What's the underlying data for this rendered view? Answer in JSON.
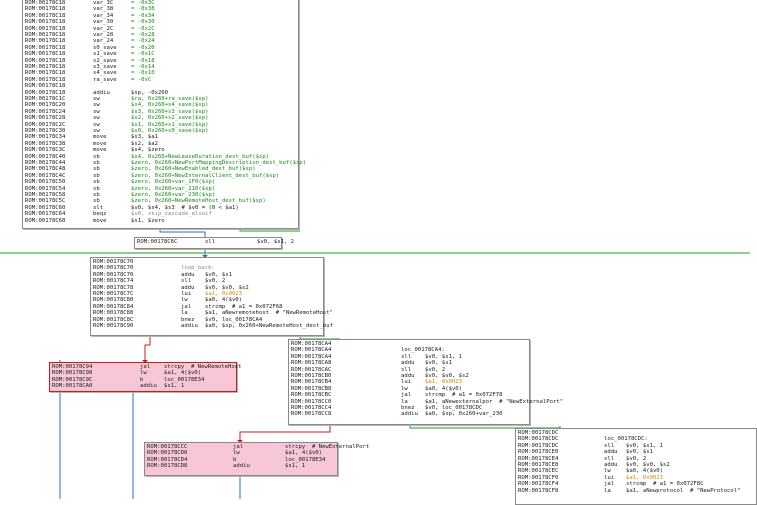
{
  "blocks": [
    {
      "id": "b1",
      "selected": false,
      "pink": false,
      "lines": [
        {
          "addr": "ROM:00178C18",
          "a": "var_3C",
          "b": "= -0x3C",
          "c": "",
          "bc": "grn"
        },
        {
          "addr": "ROM:00178C18",
          "a": "var_38",
          "b": "= -0x38",
          "c": "",
          "bc": "grn"
        },
        {
          "addr": "ROM:00178C18",
          "a": "var_34",
          "b": "= -0x34",
          "c": "",
          "bc": "grn"
        },
        {
          "addr": "ROM:00178C18",
          "a": "var_30",
          "b": "= -0x30",
          "c": "",
          "bc": "grn"
        },
        {
          "addr": "ROM:00178C18",
          "a": "var_2C",
          "b": "= -0x2C",
          "c": "",
          "bc": "grn"
        },
        {
          "addr": "ROM:00178C18",
          "a": "var_28",
          "b": "= -0x28",
          "c": "",
          "bc": "grn"
        },
        {
          "addr": "ROM:00178C18",
          "a": "var_24",
          "b": "= -0x24",
          "c": "",
          "bc": "grn"
        },
        {
          "addr": "ROM:00178C18",
          "a": "s0_save",
          "b": "= -0x20",
          "c": "",
          "bc": "grn"
        },
        {
          "addr": "ROM:00178C18",
          "a": "s1_save",
          "b": "= -0x1C",
          "c": "",
          "bc": "grn"
        },
        {
          "addr": "ROM:00178C18",
          "a": "s2_save",
          "b": "= -0x18",
          "c": "",
          "bc": "grn"
        },
        {
          "addr": "ROM:00178C18",
          "a": "s3_save",
          "b": "= -0x14",
          "c": "",
          "bc": "grn"
        },
        {
          "addr": "ROM:00178C18",
          "a": "s4_save",
          "b": "= -0x10",
          "c": "",
          "bc": "grn"
        },
        {
          "addr": "ROM:00178C18",
          "a": "ra_save",
          "b": "= -0xC",
          "c": "",
          "bc": "grn"
        },
        {
          "addr": "ROM:00178C18",
          "a": "",
          "b": "",
          "c": ""
        },
        {
          "addr": "ROM:00178C18",
          "a": "addiu",
          "b": "$sp, -0x260",
          "c": ""
        },
        {
          "addr": "ROM:00178C1C",
          "a": "sw",
          "b": "$ra, 0x260+ra_save($sp)",
          "c": "",
          "bc": "grn"
        },
        {
          "addr": "ROM:00178C20",
          "a": "sw",
          "b": "$s4, 0x260+s4_save($sp)",
          "c": "",
          "bc": "grn"
        },
        {
          "addr": "ROM:00178C24",
          "a": "sw",
          "b": "$s3, 0x260+s3_save($sp)",
          "c": "",
          "bc": "grn"
        },
        {
          "addr": "ROM:00178C28",
          "a": "sw",
          "b": "$s2, 0x260+s2_save($sp)",
          "c": "",
          "bc": "grn"
        },
        {
          "addr": "ROM:00178C2C",
          "a": "sw",
          "b": "$s1, 0x260+s1_save($sp)",
          "c": "",
          "bc": "grn"
        },
        {
          "addr": "ROM:00178C30",
          "a": "sw",
          "b": "$s0, 0x260+s0_save($sp)",
          "c": "",
          "bc": "grn"
        },
        {
          "addr": "ROM:00178C34",
          "a": "move",
          "b": "$s3, $a1",
          "c": ""
        },
        {
          "addr": "ROM:00178C38",
          "a": "move",
          "b": "$s2, $a2",
          "c": ""
        },
        {
          "addr": "ROM:00178C3C",
          "a": "move",
          "b": "$s4, $zero",
          "c": ""
        },
        {
          "addr": "ROM:00178C40",
          "a": "sb",
          "b": "$s4, 0x260+NewLeaseDuration_dest_buf($sp)",
          "c": "",
          "bc": "grn"
        },
        {
          "addr": "ROM:00178C44",
          "a": "sb",
          "b": "$zero, 0x260+NewPortMappingDescription_dest_buf($sp)",
          "c": "",
          "bc": "grn"
        },
        {
          "addr": "ROM:00178C48",
          "a": "sb",
          "b": "$zero, 0x260+NewEnabled_dest_buf($sp)",
          "c": "",
          "bc": "grn"
        },
        {
          "addr": "ROM:00178C4C",
          "a": "sb",
          "b": "$zero, 0x260+NewInternalClient_dest_buf($sp)",
          "c": "",
          "bc": "grn"
        },
        {
          "addr": "ROM:00178C50",
          "a": "sb",
          "b": "$zero, 0x260+var_1F0($sp)",
          "c": "",
          "bc": "grn"
        },
        {
          "addr": "ROM:00178C54",
          "a": "sb",
          "b": "$zero, 0x260+var_210($sp)",
          "c": "",
          "bc": "grn"
        },
        {
          "addr": "ROM:00178C58",
          "a": "sb",
          "b": "$zero, 0x260+var_230($sp)",
          "c": "",
          "bc": "grn"
        },
        {
          "addr": "ROM:00178C5C",
          "a": "sb",
          "b": "$zero, 0x260+NewRemoteHost_dest_buf($sp)",
          "c": "",
          "bc": "grn"
        },
        {
          "addr": "ROM:00178C60",
          "a": "slt",
          "b": "$v0, $s4, $s3  # $v0 = (0 < $a1)",
          "c": ""
        },
        {
          "addr": "ROM:00178C64",
          "a": "beqz",
          "b": "$v0, skip_cascade_elseif",
          "c": "",
          "bc": "gry"
        },
        {
          "addr": "ROM:00178C68",
          "a": "move",
          "b": "$s1, $zero",
          "c": ""
        }
      ]
    },
    {
      "id": "b2",
      "selected": false,
      "pink": false,
      "lines": [
        {
          "addr": "ROM:00178C6C",
          "a": "sll",
          "b": "$v0, $s1, 2",
          "c": ""
        }
      ]
    },
    {
      "id": "b3",
      "selected": false,
      "pink": false,
      "lines": [
        {
          "addr": "ROM:00178C70",
          "a": "",
          "b": "",
          "c": ""
        },
        {
          "addr": "ROM:00178C70",
          "a": "loop_back:",
          "b": "",
          "c": "",
          "ac": "gry"
        },
        {
          "addr": "ROM:00178C70",
          "a": "addu",
          "b": "$v0, $s1",
          "c": ""
        },
        {
          "addr": "ROM:00178C74",
          "a": "sll",
          "b": "$v0, 2",
          "c": ""
        },
        {
          "addr": "ROM:00178C78",
          "a": "addu",
          "b": "$v0, $v0, $s2",
          "c": ""
        },
        {
          "addr": "ROM:00178C7C",
          "a": "lui",
          "b": "$a1, 0x0023",
          "c": "",
          "bc": "orange"
        },
        {
          "addr": "ROM:00178C80",
          "a": "lw",
          "b": "$a0, 4($v0)",
          "c": ""
        },
        {
          "addr": "ROM:00178C84",
          "a": "jal",
          "b": "strcmp  # a1 = 0x072F68",
          "c": ""
        },
        {
          "addr": "ROM:00178C88",
          "a": "la",
          "b": "$a1, aNewremotehost  # \"NewRemoteHost\"",
          "c": ""
        },
        {
          "addr": "ROM:00178C8C",
          "a": "bnez",
          "b": "$v0, loc_00178CA4",
          "c": ""
        },
        {
          "addr": "ROM:00178C90",
          "a": "addiu",
          "b": "$a0, $sp, 0x260+NewRemoteHost_dest_buf",
          "c": ""
        }
      ]
    },
    {
      "id": "b4",
      "selected": true,
      "pink": true,
      "lines": [
        {
          "addr": "ROM:00178C94",
          "a": "jal",
          "b": "strcpy  # NewRemoteHost",
          "c": ""
        },
        {
          "addr": "ROM:00178C98",
          "a": "lw",
          "b": "$a1, 4($v0)",
          "c": ""
        },
        {
          "addr": "ROM:00178C9C",
          "a": "b",
          "b": "loc_00178E34",
          "c": ""
        },
        {
          "addr": "ROM:00178CA0",
          "a": "addiu",
          "b": "$s1, 1",
          "c": ""
        }
      ]
    },
    {
      "id": "b5",
      "selected": false,
      "pink": false,
      "lines": [
        {
          "addr": "ROM:00178CA4",
          "a": "",
          "b": "",
          "c": ""
        },
        {
          "addr": "ROM:00178CA4",
          "a": "loc_00178CA4:",
          "b": "",
          "c": ""
        },
        {
          "addr": "ROM:00178CA4",
          "a": "sll",
          "b": "$v0, $s1, 1",
          "c": ""
        },
        {
          "addr": "ROM:00178CA8",
          "a": "addu",
          "b": "$v0, $s1",
          "c": ""
        },
        {
          "addr": "ROM:00178CAC",
          "a": "sll",
          "b": "$v0, 2",
          "c": ""
        },
        {
          "addr": "ROM:00178CB0",
          "a": "addu",
          "b": "$v0, $v0, $s2",
          "c": ""
        },
        {
          "addr": "ROM:00178CB4",
          "a": "lui",
          "b": "$a1, 0x0023",
          "c": "",
          "bc": "orange"
        },
        {
          "addr": "ROM:00178CB8",
          "a": "lw",
          "b": "$a0, 4($v0)",
          "c": ""
        },
        {
          "addr": "ROM:00178CBC",
          "a": "jal",
          "b": "strcmp  # a1 = 0x072F78",
          "c": ""
        },
        {
          "addr": "ROM:00178CC0",
          "a": "la",
          "b": "$a1, aNewexternalpor  # \"NewExternalPort\"",
          "c": ""
        },
        {
          "addr": "ROM:00178CC4",
          "a": "bnez",
          "b": "$v0, loc_00178CDC",
          "c": ""
        },
        {
          "addr": "ROM:00178CC8",
          "a": "addiu",
          "b": "$a0, $sp, 0x260+var_230",
          "c": ""
        }
      ]
    },
    {
      "id": "b6",
      "selected": false,
      "pink": true,
      "lines": [
        {
          "addr": "ROM:00178CCC",
          "a": "jal",
          "b": "strcpy  # NewExternalPort",
          "c": ""
        },
        {
          "addr": "ROM:00178CD0",
          "a": "lw",
          "b": "$a1, 4($v0)",
          "c": ""
        },
        {
          "addr": "ROM:00178CD4",
          "a": "b",
          "b": "loc_00178E34",
          "c": ""
        },
        {
          "addr": "ROM:00178CD8",
          "a": "addiu",
          "b": "$s1, 1",
          "c": ""
        }
      ]
    },
    {
      "id": "b7",
      "selected": false,
      "pink": false,
      "lines": [
        {
          "addr": "ROM:00178CDC",
          "a": "",
          "b": "",
          "c": ""
        },
        {
          "addr": "ROM:00178CDC",
          "a": "loc_00178CDC:",
          "b": "",
          "c": ""
        },
        {
          "addr": "ROM:00178CDC",
          "a": "sll",
          "b": "$v0, $s1, 1",
          "c": ""
        },
        {
          "addr": "ROM:00178CE0",
          "a": "addu",
          "b": "$v0, $s1",
          "c": ""
        },
        {
          "addr": "ROM:00178CE4",
          "a": "sll",
          "b": "$v0, 2",
          "c": ""
        },
        {
          "addr": "ROM:00178CE8",
          "a": "addu",
          "b": "$v0, $v0, $s2",
          "c": ""
        },
        {
          "addr": "ROM:00178CEC",
          "a": "lw",
          "b": "$a0, 4($v0)",
          "c": ""
        },
        {
          "addr": "ROM:00178CF0",
          "a": "lui",
          "b": "$a1, 0x0023",
          "c": "",
          "bc": "orange"
        },
        {
          "addr": "ROM:00178CF4",
          "a": "jal",
          "b": "strcmp  # a1 = 0x072F8C",
          "c": ""
        },
        {
          "addr": "ROM:00178CF8",
          "a": "la",
          "b": "$a1, aNewprotocol  # \"NewProtocol\"",
          "c": ""
        }
      ]
    }
  ]
}
